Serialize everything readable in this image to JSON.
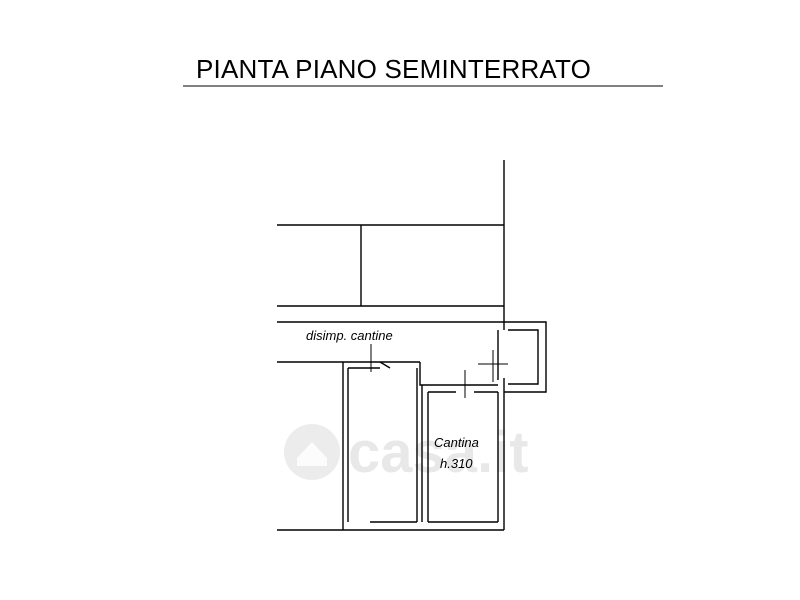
{
  "title": "PIANTA PIANO SEMINTERRATO",
  "rooms": [
    {
      "name": "disimp. cantine",
      "height": ""
    },
    {
      "name": "Cantina",
      "height": "h.310"
    }
  ],
  "watermark": {
    "text": "casa.it",
    "icon": "house-logo-icon"
  }
}
